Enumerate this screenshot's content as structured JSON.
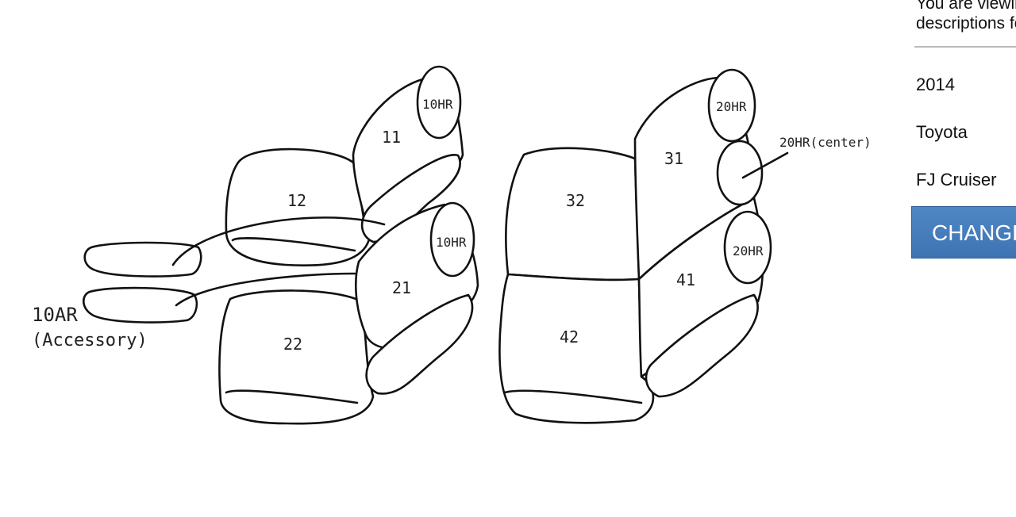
{
  "diagram": {
    "seat_labels": {
      "headrest_10hr_upper": "10HR",
      "headrest_10hr_lower": "10HR",
      "seat_11": "11",
      "seat_12": "12",
      "seat_21": "21",
      "seat_22": "22",
      "armrest_10ar": "10AR",
      "armrest_10ar_note": "(Accessory)",
      "headrest_20hr_upper": "20HR",
      "headrest_20hr_center": "20HR(center)",
      "headrest_20hr_lower": "20HR",
      "seat_31": "31",
      "seat_32": "32",
      "seat_41": "41",
      "seat_42": "42"
    }
  },
  "sidebar": {
    "notice_line1": "You are viewing",
    "notice_line2": "descriptions for",
    "year": "2014",
    "make": "Toyota",
    "model": "FJ Cruiser",
    "change_label": "CHANGE"
  }
}
